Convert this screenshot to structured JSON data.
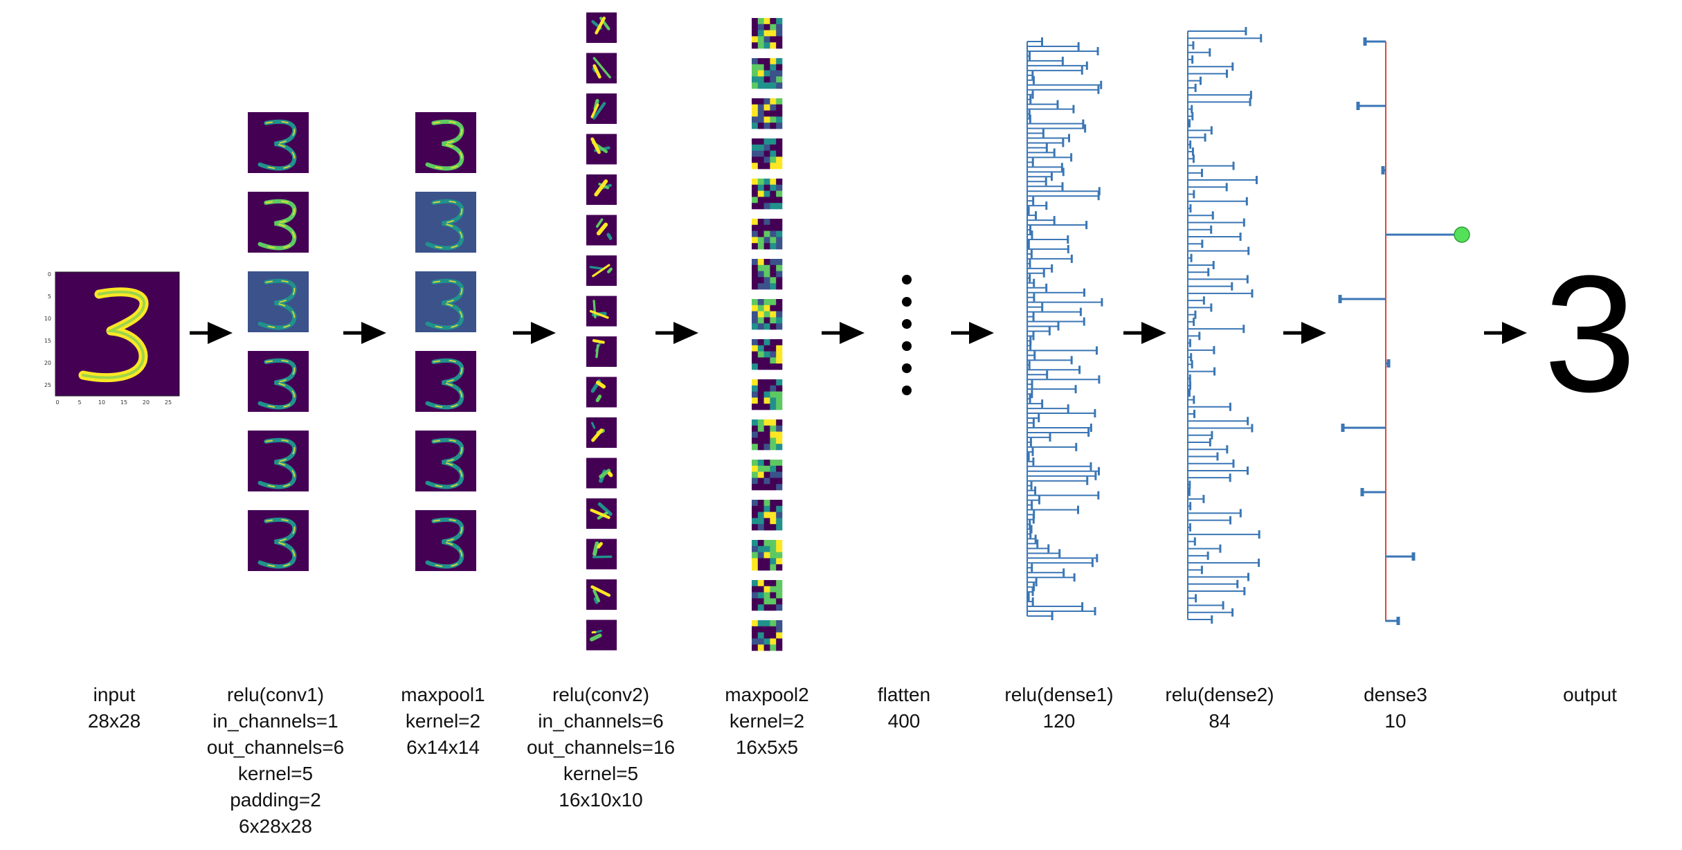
{
  "stages": [
    {
      "id": "input",
      "lines": [
        "input",
        "28x28"
      ]
    },
    {
      "id": "conv1",
      "lines": [
        "relu(conv1)",
        "in_channels=1",
        "out_channels=6",
        "kernel=5",
        "padding=2",
        "6x28x28"
      ]
    },
    {
      "id": "maxpool1",
      "lines": [
        "maxpool1",
        "kernel=2",
        "6x14x14"
      ]
    },
    {
      "id": "conv2",
      "lines": [
        "relu(conv2)",
        "in_channels=6",
        "out_channels=16",
        "kernel=5",
        "16x10x10"
      ]
    },
    {
      "id": "maxpool2",
      "lines": [
        "maxpool2",
        "kernel=2",
        "16x5x5"
      ]
    },
    {
      "id": "flatten",
      "lines": [
        "flatten",
        "400"
      ]
    },
    {
      "id": "dense1",
      "lines": [
        "relu(dense1)",
        "120"
      ]
    },
    {
      "id": "dense2",
      "lines": [
        "relu(dense2)",
        "84"
      ]
    },
    {
      "id": "dense3",
      "lines": [
        "dense3",
        "10"
      ]
    },
    {
      "id": "output",
      "lines": [
        "output"
      ]
    }
  ],
  "input_ticks": {
    "y": [
      "0",
      "5",
      "10",
      "15",
      "20",
      "25"
    ],
    "x": [
      "0",
      "5",
      "10",
      "15",
      "20",
      "25"
    ]
  },
  "output_digit": "3",
  "dense3_active_index": 3,
  "colors": {
    "feature_bg": "#440154",
    "feature_mid": "#3b528b",
    "feature_teal": "#21918c",
    "feature_green": "#5ec962",
    "feature_yellow": "#fde725",
    "stem": "#3a76b5",
    "baseline": "#e0443c",
    "active_marker": "#55e05a",
    "arrow": "#000000"
  }
}
